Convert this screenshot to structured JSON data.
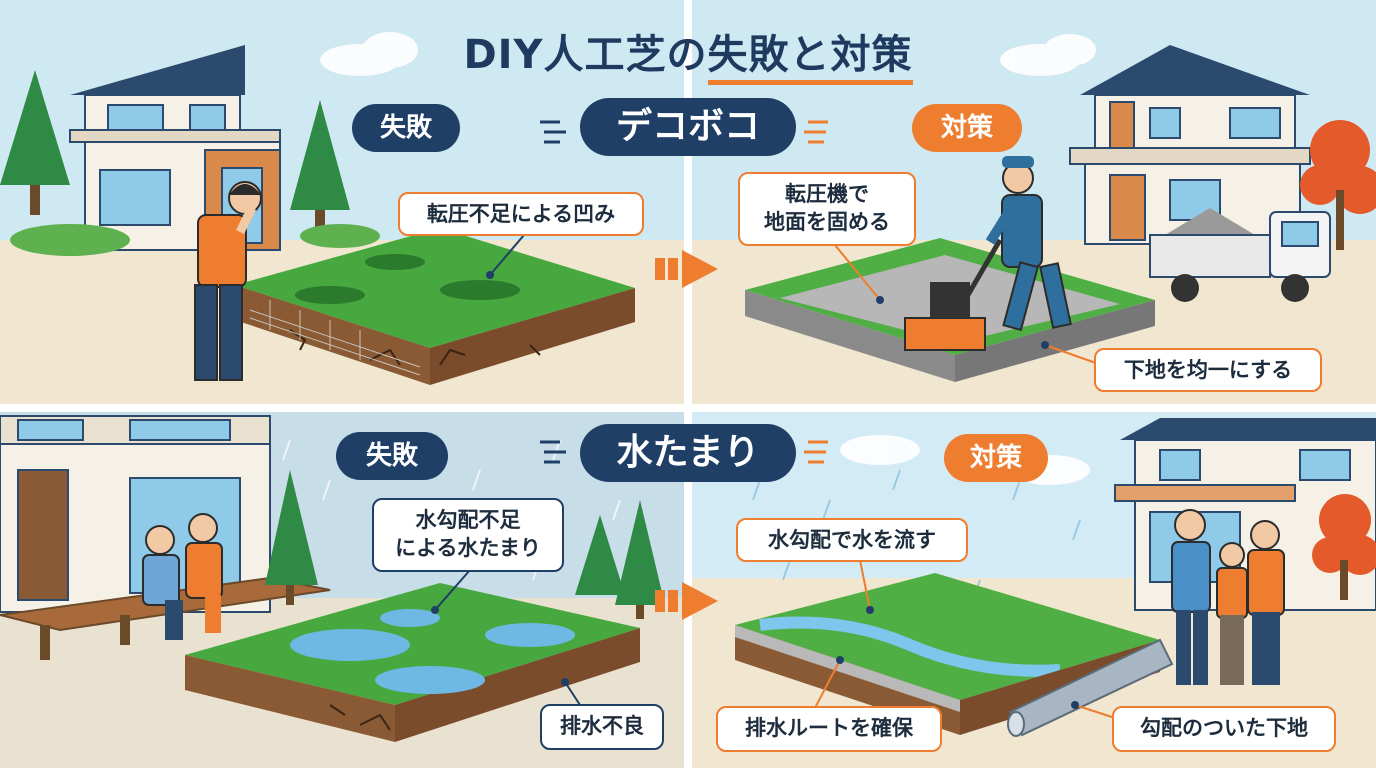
{
  "title_part1": "DIY人工芝の",
  "title_part2": "失敗と対策",
  "row1": {
    "fail_label": "失敗",
    "topic": "デコボコ",
    "fix_label": "対策",
    "fail_callout": "転圧不足による凹み",
    "fix_callout_line1": "転圧機で",
    "fix_callout_line2": "地面を固める",
    "fix_callout2": "下地を均一にする"
  },
  "row2": {
    "fail_label": "失敗",
    "topic": "水たまり",
    "fix_label": "対策",
    "fail_callout_line1": "水勾配不足",
    "fail_callout_line2": "による水たまり",
    "fail_callout2": "排水不良",
    "fix_callout": "水勾配で水を流す",
    "fix_callout2": "排水ルートを確保",
    "fix_callout3": "勾配のついた下地"
  },
  "colors": {
    "navy": "#1f3f66",
    "orange": "#ef7d2f",
    "grass": "#3fa33a",
    "soil": "#8a5a34",
    "sky": "#cfe9f3"
  },
  "icons": [
    "house-icon",
    "tree-icon",
    "worker-icon",
    "compactor-icon",
    "truck-icon",
    "family-icon",
    "rain-icon",
    "arrow-right-icon"
  ]
}
